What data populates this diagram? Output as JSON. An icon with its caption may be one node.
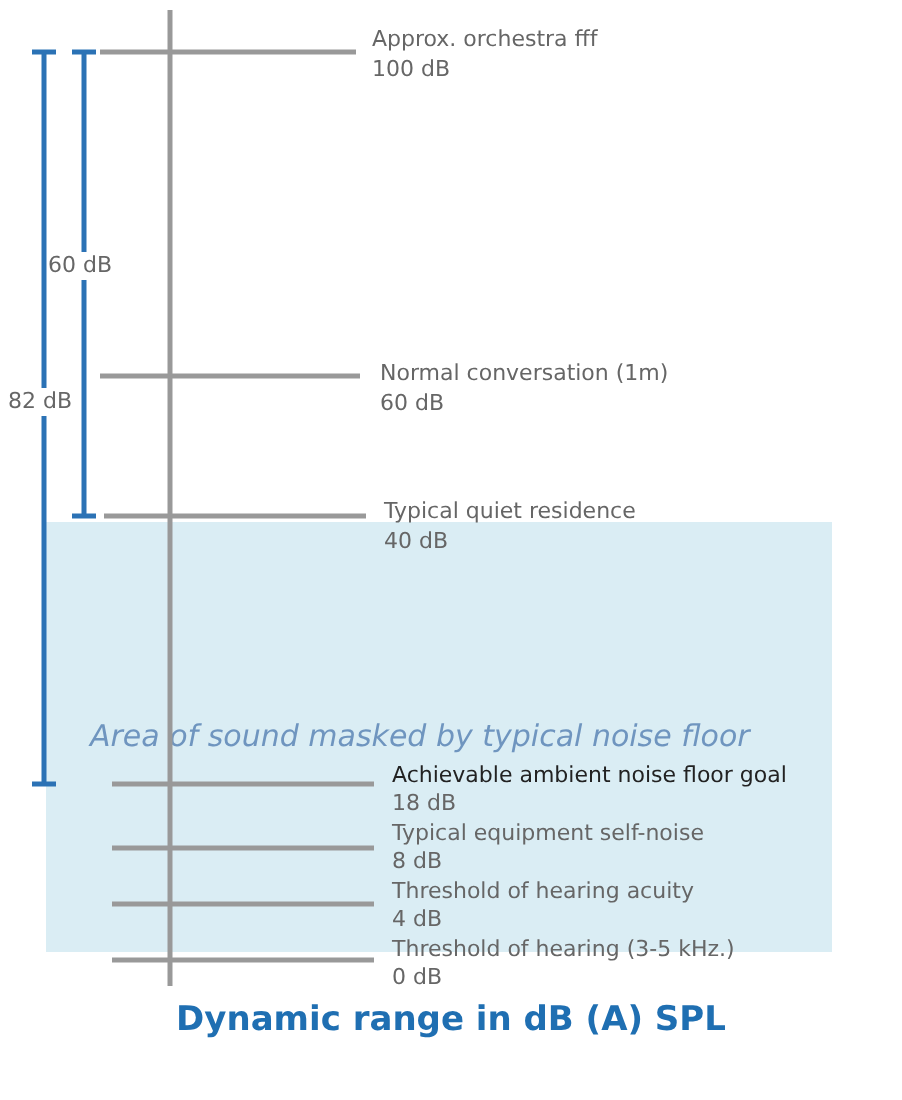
{
  "diagram": {
    "caption": "Dynamic range in dB (A) SPL",
    "nodes": [
      {
        "text": [
          "Area of sound masked by typical noise floor"
        ]
      }
    ],
    "labels": [
      "Approx. orchestra fff",
      "100 dB",
      "60 dB",
      "82 dB",
      "Normal conversation (1m)",
      "60 dB",
      "Typical quiet residence",
      "40 dB",
      "Achievable ambient noise floor goal",
      "18 dB",
      "Typical equipment self-noise",
      "8 dB",
      "Threshold of hearing acuity",
      "4 dB",
      "Threshold of hearing (3-5 kHz.)",
      "0 dB"
    ]
  }
}
